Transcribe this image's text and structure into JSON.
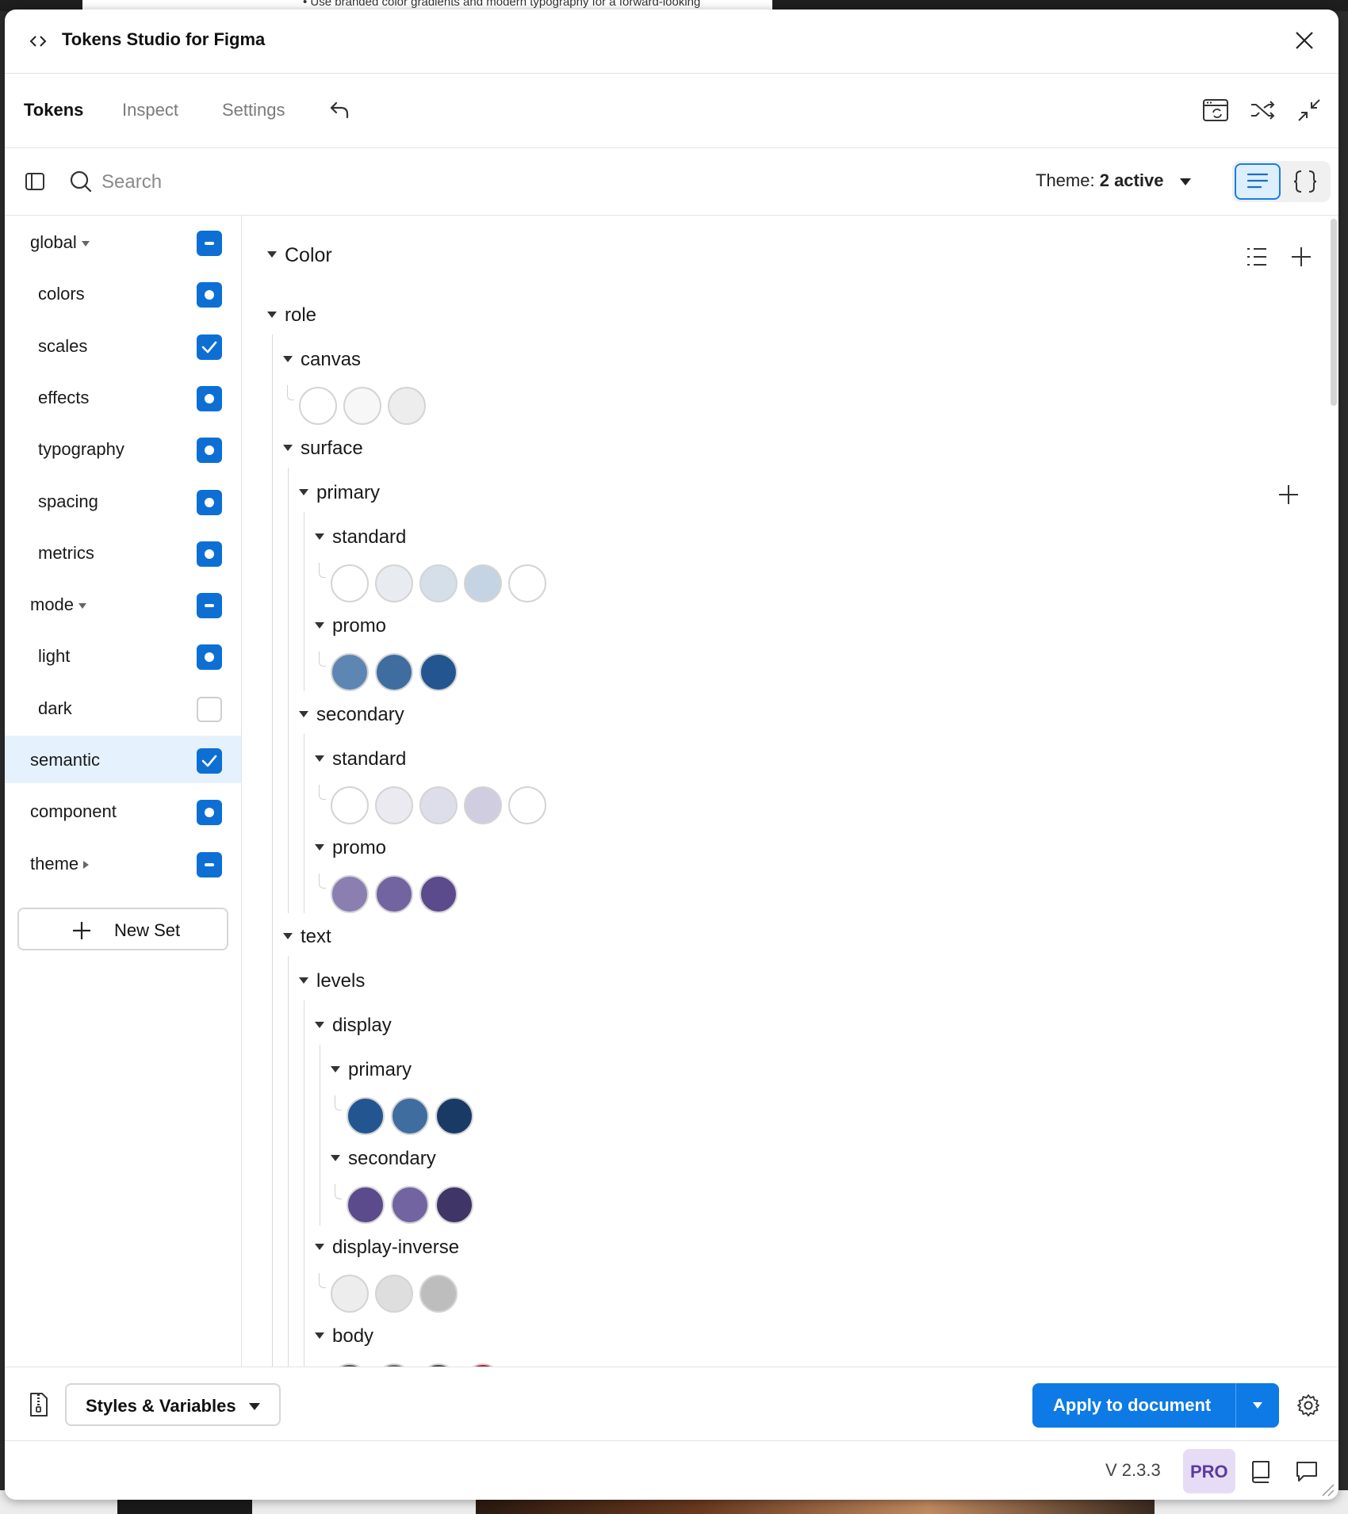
{
  "background": {
    "doc_snippet": "• Use branded color gradients and modern typography for a forward-looking"
  },
  "window": {
    "title": "Tokens Studio for Figma"
  },
  "tabs": [
    "Tokens",
    "Inspect",
    "Settings"
  ],
  "toolbar": {
    "search_placeholder": "Search",
    "theme_label": "Theme:",
    "theme_value": "2 active"
  },
  "sets": [
    {
      "label": "global",
      "state": "partial",
      "expandable": "open",
      "indent": 0
    },
    {
      "label": "colors",
      "state": "on",
      "indent": 1
    },
    {
      "label": "scales",
      "state": "checked",
      "indent": 1
    },
    {
      "label": "effects",
      "state": "on",
      "indent": 1
    },
    {
      "label": "typography",
      "state": "on",
      "indent": 1
    },
    {
      "label": "spacing",
      "state": "on",
      "indent": 1
    },
    {
      "label": "metrics",
      "state": "on",
      "indent": 1
    },
    {
      "label": "mode",
      "state": "partial",
      "expandable": "open",
      "indent": 0
    },
    {
      "label": "light",
      "state": "on",
      "indent": 1
    },
    {
      "label": "dark",
      "state": "off",
      "indent": 1
    },
    {
      "label": "semantic",
      "state": "checked",
      "indent": 0,
      "selected": true
    },
    {
      "label": "component",
      "state": "on",
      "indent": 0
    },
    {
      "label": "theme",
      "state": "partial",
      "expandable": "closed",
      "indent": 0
    }
  ],
  "new_set_label": "New Set",
  "tree": {
    "section_title": "Color",
    "role": "role",
    "canvas": {
      "label": "canvas",
      "swatches": [
        "#ffffff",
        "#f7f7f7",
        "#ededed"
      ]
    },
    "surface": {
      "label": "surface",
      "primary": {
        "label": "primary",
        "standard": {
          "label": "standard",
          "swatches": [
            "#ffffff",
            "#e8ecf0",
            "#d4dfe9",
            "#c4d4e3",
            "#ffffff"
          ]
        },
        "promo": {
          "label": "promo",
          "swatches": [
            "#5d86b3",
            "#3f6d9f",
            "#235691"
          ]
        }
      },
      "secondary": {
        "label": "secondary",
        "standard": {
          "label": "standard",
          "swatches": [
            "#ffffff",
            "#ebeaf0",
            "#deddea",
            "#d0cde0",
            "#ffffff"
          ]
        },
        "promo": {
          "label": "promo",
          "swatches": [
            "#8a7fb0",
            "#7264a0",
            "#5b4a8c"
          ]
        }
      }
    },
    "text": {
      "label": "text",
      "levels": {
        "label": "levels",
        "display": {
          "label": "display",
          "primary": {
            "label": "primary",
            "swatches": [
              "#235691",
              "#3f6d9f",
              "#1a3a66"
            ]
          },
          "secondary": {
            "label": "secondary",
            "swatches": [
              "#5b4a8c",
              "#7264a0",
              "#3f3566"
            ]
          }
        },
        "display_inverse": {
          "label": "display-inverse",
          "swatches": [
            "#ededed",
            "#dedede",
            "#bdbdbd"
          ]
        },
        "body": {
          "label": "body",
          "swatches": [
            "#555555",
            "#666666",
            "#444444",
            "#c0182b"
          ]
        }
      }
    }
  },
  "footer": {
    "styles_label": "Styles & Variables",
    "apply_label": "Apply to document"
  },
  "status": {
    "version": "V 2.3.3",
    "badge": "PRO"
  },
  "colors": {
    "accent": "#0d7ae5",
    "checkbox": "#0d6fd4",
    "selected_row": "#e5f1fd",
    "pro_bg": "#e7dcf6",
    "pro_text": "#5d3aa0"
  }
}
